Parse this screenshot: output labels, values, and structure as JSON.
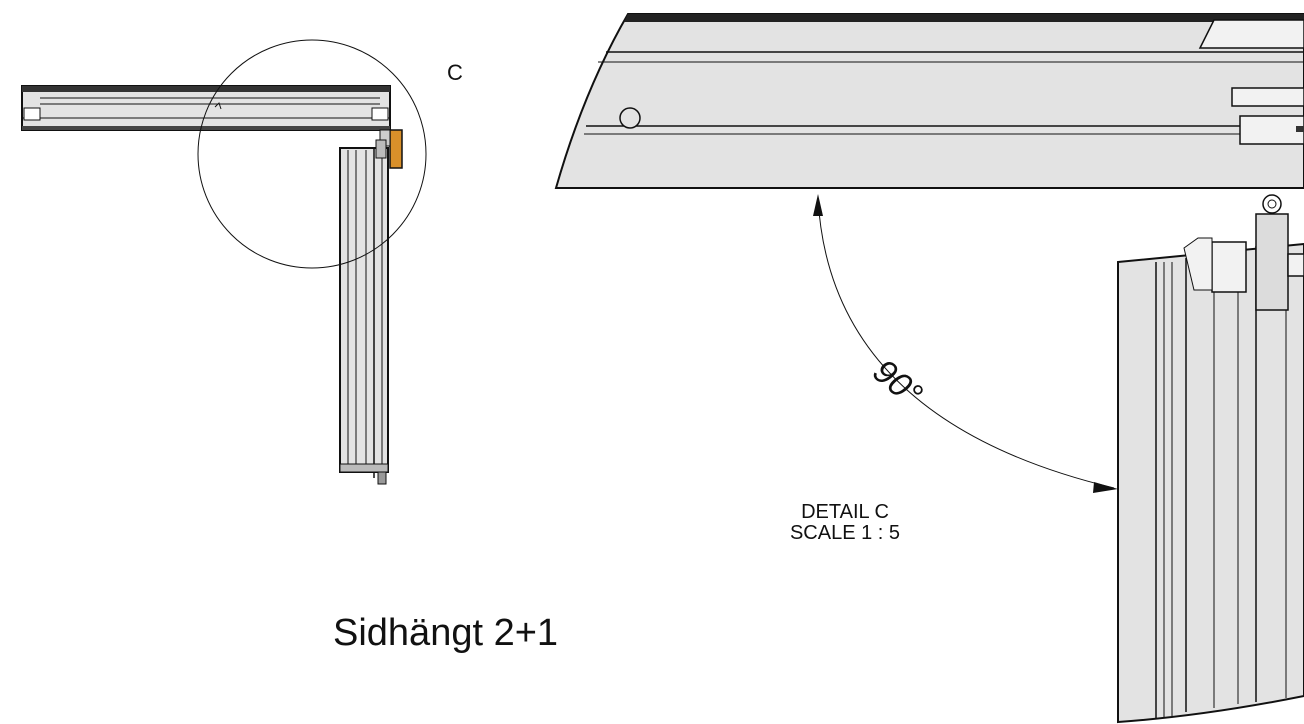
{
  "labels": {
    "callout": "C",
    "detail_title": "DETAIL C",
    "detail_scale": "SCALE 1 : 5",
    "angle": "90°",
    "drawing_title": "Sidhängt 2+1"
  },
  "colors": {
    "line": "#111111",
    "panel_fill": "#e3e3e3",
    "hinge_accent": "#d9902a",
    "background": "#ffffff"
  }
}
